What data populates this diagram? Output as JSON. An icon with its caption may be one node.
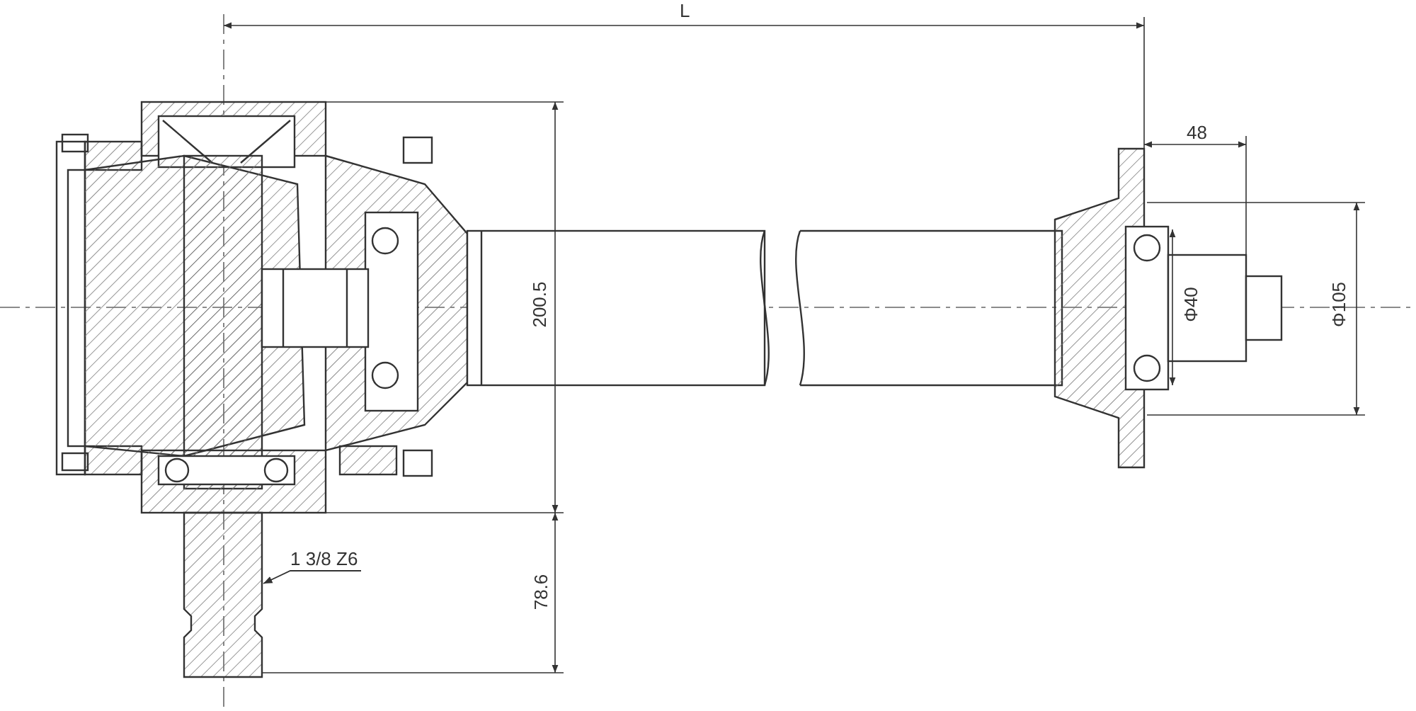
{
  "diagram": {
    "nodes": [
      {
        "text": [
          "1 3/8 Z6"
        ]
      },
      {
        "text": [],
        "shape": "picture"
      }
    ],
    "edges": [
      {
        "from": 0,
        "to": 1,
        "arrow": "to"
      }
    ],
    "labels": [
      "L",
      "48",
      "200.5",
      "Φ40",
      "Φ105",
      "78.6"
    ]
  }
}
